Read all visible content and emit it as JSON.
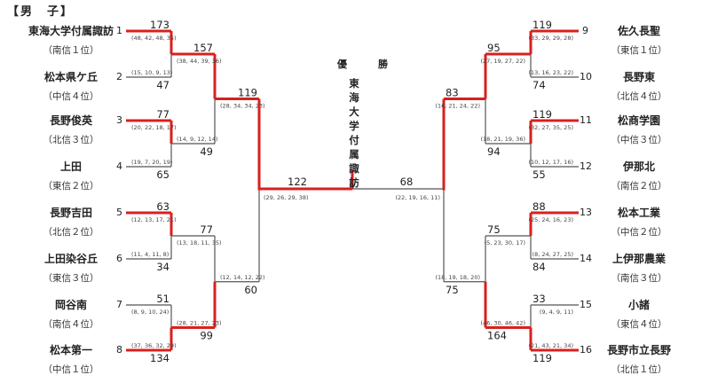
{
  "title": "【男　子】",
  "final": {
    "label": "優　勝",
    "champion": "東海大学付属諏訪",
    "left_score": "122",
    "left_sets": "(29, 26, 29, 38)",
    "right_score": "68",
    "right_sets": "(22, 19, 16, 11)",
    "winner": "left"
  },
  "colors": {
    "winner_line": "#d8201e",
    "loser_line": "#555555"
  },
  "teams": [
    {
      "seed": "1",
      "name": "東海大学付属諏訪",
      "rank": "（南信１位）"
    },
    {
      "seed": "2",
      "name": "松本県ケ丘",
      "rank": "（中信４位）"
    },
    {
      "seed": "3",
      "name": "長野俊英",
      "rank": "（北信３位）"
    },
    {
      "seed": "4",
      "name": "上田",
      "rank": "（東信２位）"
    },
    {
      "seed": "5",
      "name": "長野吉田",
      "rank": "（北信２位）"
    },
    {
      "seed": "6",
      "name": "上田染谷丘",
      "rank": "（東信３位）"
    },
    {
      "seed": "7",
      "name": "岡谷南",
      "rank": "（南信４位）"
    },
    {
      "seed": "8",
      "name": "松本第一",
      "rank": "（中信１位）"
    },
    {
      "seed": "9",
      "name": "佐久長聖",
      "rank": "（東信１位）"
    },
    {
      "seed": "10",
      "name": "長野東",
      "rank": "（北信４位）"
    },
    {
      "seed": "11",
      "name": "松商学園",
      "rank": "（中信３位）"
    },
    {
      "seed": "12",
      "name": "伊那北",
      "rank": "（南信２位）"
    },
    {
      "seed": "13",
      "name": "松本工業",
      "rank": "（中信２位）"
    },
    {
      "seed": "14",
      "name": "上伊那農業",
      "rank": "（南信３位）"
    },
    {
      "seed": "15",
      "name": "小諸",
      "rank": "（東信４位）"
    },
    {
      "seed": "16",
      "name": "長野市立長野",
      "rank": "（北信１位）"
    }
  ],
  "round1": [
    {
      "top": {
        "score": "173",
        "sets": "(48, 42, 48, 35)"
      },
      "bottom": {
        "score": "47",
        "sets": "(15, 10, 9, 13)"
      },
      "winner": "top"
    },
    {
      "top": {
        "score": "77",
        "sets": "(20, 22, 18, 17)"
      },
      "bottom": {
        "score": "65",
        "sets": "(19, 7, 20, 19)"
      },
      "winner": "top"
    },
    {
      "top": {
        "score": "63",
        "sets": "(12, 13, 17, 21)"
      },
      "bottom": {
        "score": "34",
        "sets": "(11, 4, 11, 8)"
      },
      "winner": "top"
    },
    {
      "top": {
        "score": "51",
        "sets": "(8, 9, 10, 24)"
      },
      "bottom": {
        "score": "134",
        "sets": "(37, 36, 32, 29)"
      },
      "winner": "bottom"
    },
    {
      "top": {
        "score": "119",
        "sets": "(33, 29, 29, 28)"
      },
      "bottom": {
        "score": "74",
        "sets": "(13, 16, 23, 22)"
      },
      "winner": "top"
    },
    {
      "top": {
        "score": "119",
        "sets": "(32, 27, 35, 25)"
      },
      "bottom": {
        "score": "55",
        "sets": "(10, 12, 17, 16)"
      },
      "winner": "top"
    },
    {
      "top": {
        "score": "88",
        "sets": "(25, 24, 16, 23)"
      },
      "bottom": {
        "score": "84",
        "sets": "(8, 24, 27, 25)"
      },
      "winner": "top"
    },
    {
      "top": {
        "score": "33",
        "sets": "(9, 4, 9, 11)"
      },
      "bottom": {
        "score": "119",
        "sets": "(21, 43, 21, 34)"
      },
      "winner": "bottom"
    }
  ],
  "round2": [
    {
      "top": {
        "score": "157",
        "sets": "(38, 44, 39, 36)"
      },
      "bottom": {
        "score": "49",
        "sets": "(14, 9, 12, 14)"
      },
      "winner": "top"
    },
    {
      "top": {
        "score": "77",
        "sets": "(13, 18, 11, 35)"
      },
      "bottom": {
        "score": "99",
        "sets": "(28, 21, 27, 23)"
      },
      "winner": "bottom"
    },
    {
      "top": {
        "score": "95",
        "sets": "(27, 19, 27, 22)"
      },
      "bottom": {
        "score": "94",
        "sets": "(18, 21, 19, 36)"
      },
      "winner": "top"
    },
    {
      "top": {
        "score": "75",
        "sets": "(5, 23, 30, 17)"
      },
      "bottom": {
        "score": "164",
        "sets": "(46, 30, 46, 42)"
      },
      "winner": "bottom"
    }
  ],
  "semifinal": [
    {
      "top": {
        "score": "119",
        "sets": "(28, 34, 34, 23)"
      },
      "bottom": {
        "score": "60",
        "sets": "(12, 14, 12, 22)"
      },
      "winner": "top"
    },
    {
      "top": {
        "score": "83",
        "sets": "(16, 21, 24, 22)"
      },
      "bottom": {
        "score": "75",
        "sets": "(18, 19, 18, 20)"
      },
      "winner": "top"
    }
  ]
}
